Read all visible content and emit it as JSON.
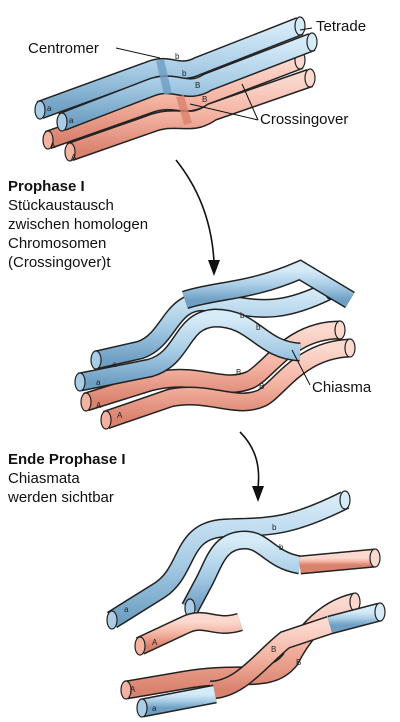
{
  "labels": {
    "tetrade": "Tetrade",
    "centromer": "Centromer",
    "crossingover": "Crossingover",
    "chiasma": "Chiasma"
  },
  "stage1": {
    "heading": "Prophase I",
    "lines": [
      "Stückaustausch",
      "zwischen homologen",
      "Chromosomen",
      "(Crossingover)t"
    ]
  },
  "stage2": {
    "heading": "Ende Prophase I",
    "lines": [
      "Chiasmata",
      "werden sichtbar"
    ]
  },
  "alleles": {
    "lower": "a",
    "upper": "A",
    "lower_b": "b",
    "upper_b": "B"
  },
  "colors": {
    "blue_fill": "#a9cde6",
    "blue_dark": "#6f9fc3",
    "blue_light": "#d6ebf8",
    "red_fill": "#f4b3a1",
    "red_dark": "#d9826e",
    "red_light": "#fbd9cf",
    "outline": "#222222"
  }
}
